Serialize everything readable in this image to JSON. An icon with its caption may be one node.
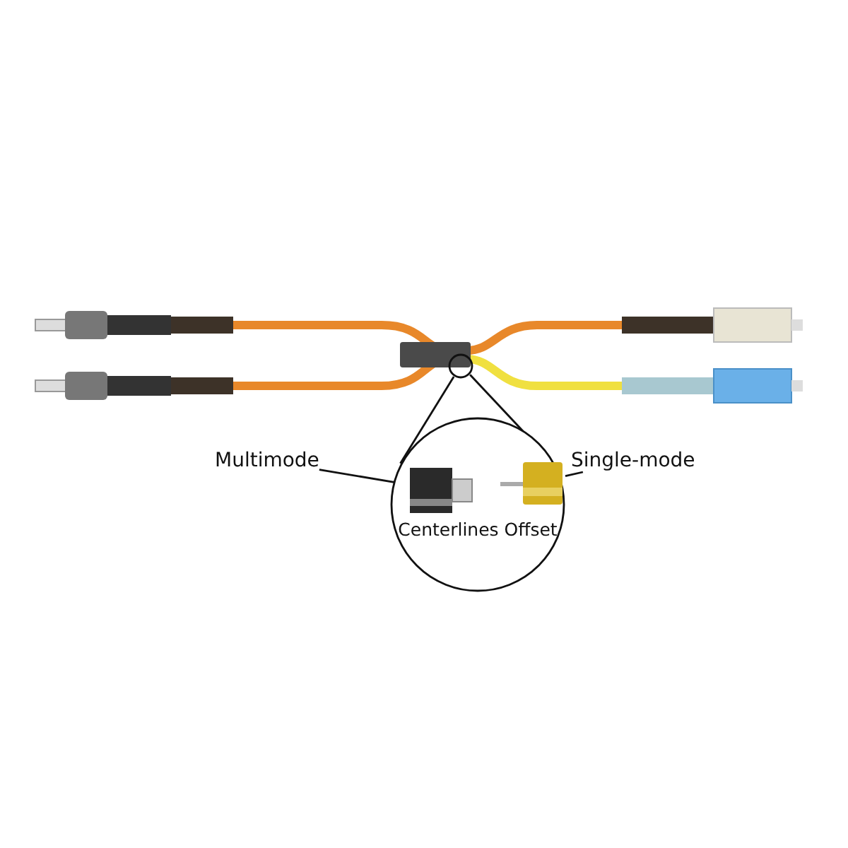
{
  "diagram": {
    "nodes": [
      {
        "text": [],
        "shape": "circle"
      },
      {
        "text": [
          "Centerlines Offset"
        ]
      },
      {
        "text": [],
        "shape": "picture",
        "in": 1
      },
      {
        "text": [],
        "shape": "picture",
        "in": 1
      },
      {
        "text": [
          "Multimode"
        ]
      },
      {
        "text": [
          "Single-mode"
        ]
      }
    ],
    "edges": [
      {
        "from": 0,
        "to": 1,
        "arrow": "none"
      },
      {
        "from": 0,
        "to": 1,
        "arrow": "none"
      },
      {
        "from": 4,
        "to": 2,
        "arrow": "none"
      },
      {
        "from": 5,
        "to": 3,
        "arrow": "none"
      }
    ]
  }
}
